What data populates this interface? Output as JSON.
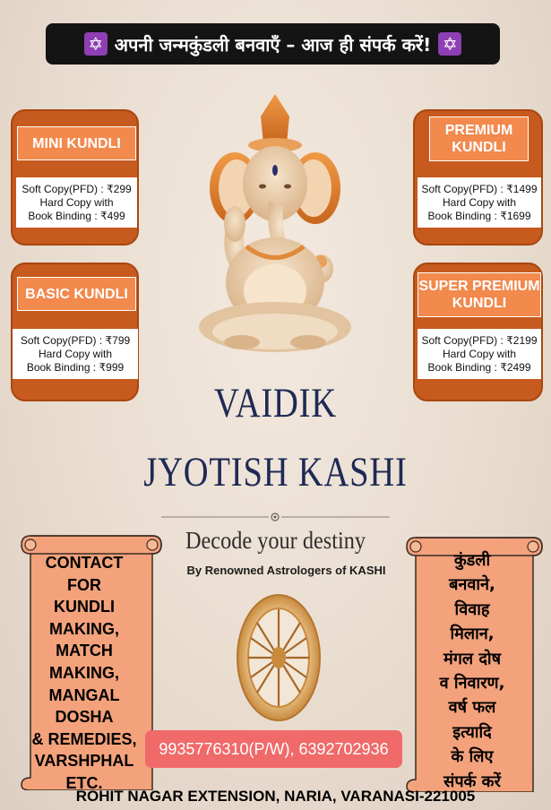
{
  "banner": {
    "text": "अपनी जन्मकुंडली बनवाएँ – आज ही संपर्क करें!",
    "icon": "star-of-david-icon",
    "icon_color": "#8e3fb3"
  },
  "cards": {
    "mini": {
      "title": "MINI KUNDLI",
      "line1": "Soft Copy(PFD) : ₹299",
      "line2": "Hard Copy with",
      "line3": "Book Binding : ₹499"
    },
    "basic": {
      "title": "BASIC KUNDLI",
      "line1": "Soft Copy(PFD) : ₹799",
      "line2": "Hard Copy with",
      "line3": "Book Binding : ₹999"
    },
    "premium": {
      "title_line1": "PREMIUM",
      "title_line2": "KUNDLI",
      "line1": "Soft Copy(PFD) : ₹1499",
      "line2": "Hard Copy with",
      "line3": "Book Binding : ₹1699"
    },
    "super_premium": {
      "title_line1": "SUPER PREMIUM",
      "title_line2": "KUNDLI",
      "line1": "Soft Copy(PFD) : ₹2199",
      "line2": "Hard Copy with",
      "line3": "Book Binding : ₹2499"
    }
  },
  "brand": {
    "line1": "VAIDIK",
    "line2": "JYOTISH KASHI",
    "tagline": "Decode your destiny",
    "subtagline": "By Renowned Astrologers of KASHI"
  },
  "contact_left": {
    "lines": [
      "CONTACT",
      "FOR",
      "KUNDLI",
      "MAKING,",
      "MATCH",
      "MAKING,",
      "MANGAL",
      "DOSHA",
      "& REMEDIES,",
      "VARSHPHAL",
      "ETC."
    ]
  },
  "contact_right": {
    "lines": [
      "कुंडली",
      "बनवाने,",
      "विवाह",
      "मिलान,",
      "मंगल दोष",
      "व निवारण,",
      "वर्ष फल",
      "इत्यादि",
      "के लिए",
      "संपर्क करें"
    ]
  },
  "phone": "9935776310(P/W), 6392702936",
  "address": "ROHIT NAGAR EXTENSION, NARIA, VARANASI-221005",
  "colors": {
    "card_bg": "#c75a1e",
    "card_title_bg": "#f2894d",
    "brand_text": "#1e2a55",
    "phone_bg": "#f06a6a",
    "scroll_bg": "#f3a27c"
  }
}
